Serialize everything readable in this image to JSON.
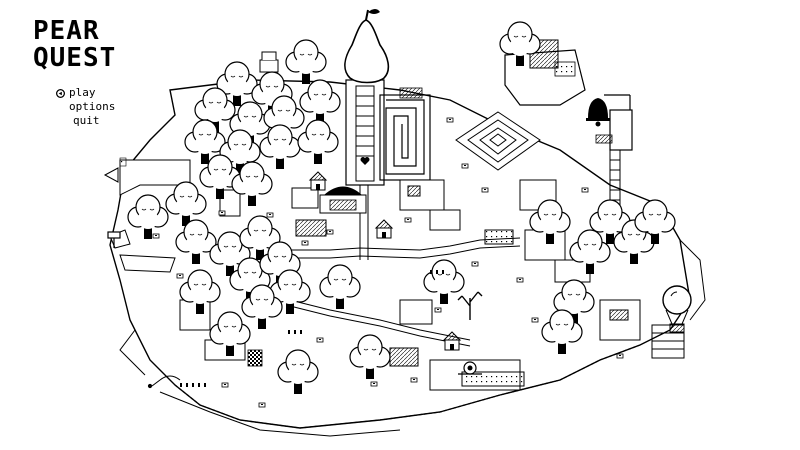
{
  "game": {
    "title_line1": "PEAR",
    "title_line2": "QUEST"
  },
  "menu": {
    "items": [
      {
        "label": "play",
        "selected": true
      },
      {
        "label": "options",
        "selected": false
      },
      {
        "label": "quit",
        "selected": false
      }
    ]
  },
  "colors": {
    "background": "#ffffff",
    "ink": "#000000"
  },
  "icons": {
    "cursor": "pear-cursor-icon",
    "landmark": "giant-pear-icon",
    "bell": "bell-icon",
    "balloon": "balloon-icon"
  }
}
